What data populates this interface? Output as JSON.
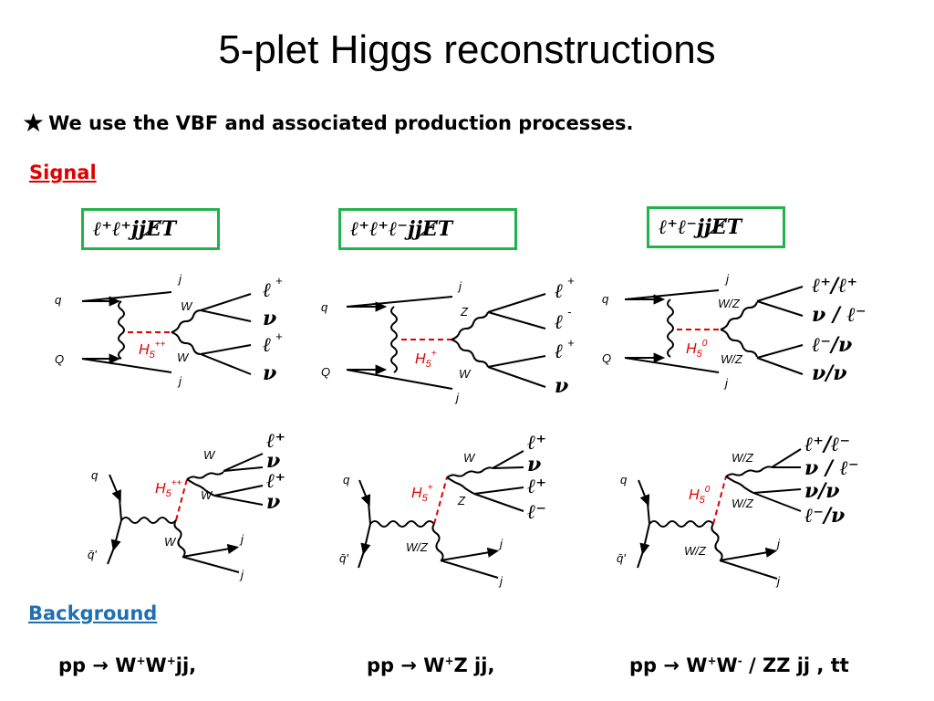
{
  "title": "5-plet Higgs reconstructions",
  "bullet": {
    "star": "★",
    "text": "We use the VBF and associated production processes."
  },
  "signal_label": "Signal",
  "background_label": "Background",
  "final_states": [
    "ℓ⁺ℓ⁺jjE̸T",
    "ℓ⁺ℓ⁺ℓ⁻jjE̸T",
    "ℓ⁺ℓ⁻jjE̸T"
  ],
  "background_processes": [
    {
      "pre": "pp → W",
      "s1": "+",
      "mid": "W",
      "s2": "+",
      "post": "jj,"
    },
    {
      "pre": "pp → W",
      "s1": "+",
      "mid": "Z jj,",
      "s2": "",
      "post": ""
    },
    {
      "pre": "pp → W",
      "s1": "+",
      "mid": "W",
      "s2": "-",
      "post": " / ZZ jj , tt"
    }
  ],
  "diagrams": {
    "vbf": [
      {
        "q": "q",
        "Q": "Q",
        "j1": "j",
        "j2": "j",
        "higgs": "H",
        "higgs_sub": "5",
        "higgs_sup": "++",
        "b1": "W",
        "b2": "W",
        "outs": [
          "ℓ",
          "+",
          "ν",
          "",
          "ℓ",
          "+",
          "ν",
          ""
        ]
      },
      {
        "q": "q",
        "Q": "Q",
        "j1": "j",
        "j2": "j",
        "higgs": "H",
        "higgs_sub": "5",
        "higgs_sup": "+",
        "b1": "Z",
        "b2": "W",
        "outs": [
          "ℓ",
          "+",
          "ℓ",
          "-",
          "ℓ",
          "+",
          "ν",
          ""
        ]
      },
      {
        "q": "q",
        "Q": "Q",
        "j1": "j",
        "j2": "j",
        "higgs": "H",
        "higgs_sub": "5",
        "higgs_sup": "0",
        "b1": "W/Z",
        "b2": "W/Z",
        "outs": [
          "ℓ⁺/ℓ⁺",
          "",
          "ν / ℓ⁻",
          "",
          "ℓ⁻/ν",
          "",
          "ν/ν",
          ""
        ]
      }
    ],
    "assoc": [
      {
        "q": "q",
        "qbar": "q̄'",
        "j1": "j",
        "j2": "j",
        "higgs": "H",
        "higgs_sub": "5",
        "higgs_sup": "++",
        "b1": "W",
        "b2": "W",
        "b3": "W",
        "outs": [
          "ℓ⁺",
          "ν",
          "ℓ⁺",
          "ν"
        ]
      },
      {
        "q": "q",
        "qbar": "q̄'",
        "j1": "j",
        "j2": "j",
        "higgs": "H",
        "higgs_sub": "5",
        "higgs_sup": "+",
        "b1": "W",
        "b2": "Z",
        "b3": "W/Z",
        "outs": [
          "ℓ⁺",
          "ν",
          "ℓ⁺",
          "ℓ⁻"
        ]
      },
      {
        "q": "q",
        "qbar": "q̄'",
        "j1": "j",
        "j2": "j",
        "higgs": "H",
        "higgs_sub": "5",
        "higgs_sup": "0",
        "b1": "W/Z",
        "b2": "W/Z",
        "b3": "W/Z",
        "outs": [
          "ℓ⁺/ℓ⁻",
          "ν / ℓ⁻",
          "ν/ν",
          "ℓ⁻/ν"
        ]
      }
    ]
  },
  "colors": {
    "box_border": "#22b24c",
    "signal": "#e00000",
    "background": "#1f6fb4",
    "higgs_line": "#e00000"
  }
}
